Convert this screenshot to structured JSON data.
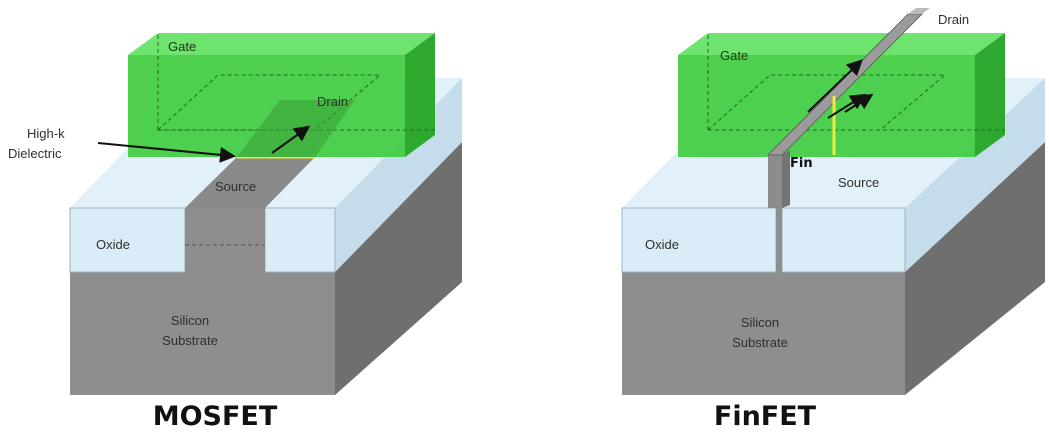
{
  "mosfet": {
    "title": "MOSFET",
    "labels": {
      "gate": "Gate",
      "drain": "Drain",
      "high_k_line1": "High-k",
      "high_k_line2": "Dielectric",
      "source": "Source",
      "oxide": "Oxide",
      "substrate_line1": "Silicon",
      "substrate_line2": "Substrate"
    }
  },
  "finfet": {
    "title": "FinFET",
    "labels": {
      "gate": "Gate",
      "drain": "Drain",
      "fin": "Fin",
      "source": "Source",
      "oxide": "Oxide",
      "substrate_line1": "Silicon",
      "substrate_line2": "Substrate"
    }
  },
  "colors": {
    "gate_green": "#3fcc3f",
    "oxide_blue": "#d9ecf8",
    "silicon_gray": "#8c8c8c",
    "dielectric_yellow": "#f2ea3a"
  }
}
